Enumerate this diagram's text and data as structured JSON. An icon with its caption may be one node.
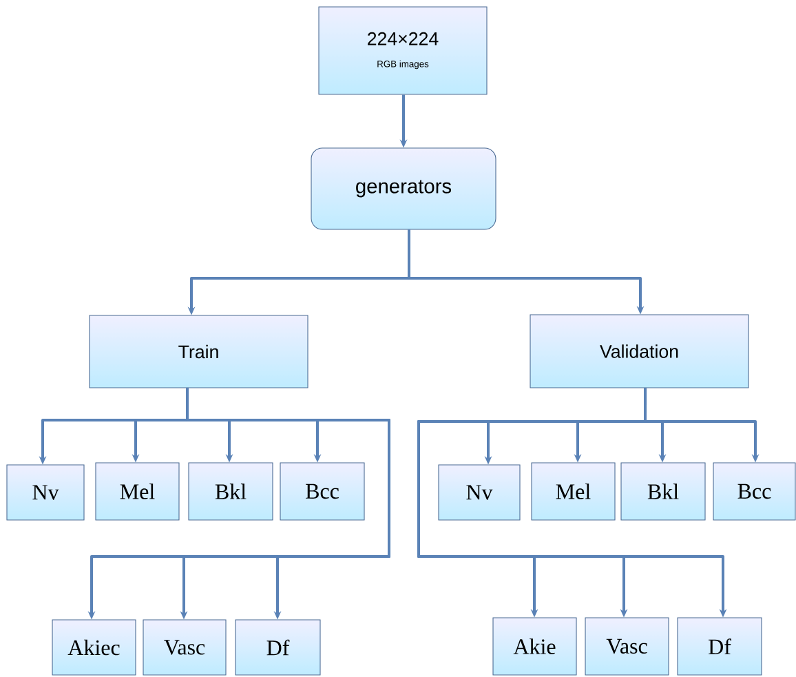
{
  "diagram": {
    "nodes": [
      {
        "text": [
          "224×224",
          "RGB images"
        ]
      },
      {
        "text": [
          "generators"
        ]
      },
      {
        "text": [
          "Train"
        ]
      },
      {
        "text": [
          "Validation"
        ]
      },
      {
        "text": [
          "Nv"
        ]
      },
      {
        "text": [
          "Mel"
        ]
      },
      {
        "text": [
          "Bkl"
        ]
      },
      {
        "text": [
          "Bcc"
        ]
      },
      {
        "text": [
          "Akiec"
        ]
      },
      {
        "text": [
          "Vasc"
        ]
      },
      {
        "text": [
          "Df"
        ]
      },
      {
        "text": [
          "Nv"
        ]
      },
      {
        "text": [
          "Mel"
        ]
      },
      {
        "text": [
          "Bkl"
        ]
      },
      {
        "text": [
          "Bcc"
        ]
      },
      {
        "text": [
          "Akie"
        ]
      },
      {
        "text": [
          "Vasc"
        ]
      },
      {
        "text": [
          "Df"
        ]
      }
    ],
    "edges": [
      {
        "from": 0,
        "to": 1,
        "arrow": "to"
      },
      {
        "from": 1,
        "to": 2,
        "arrow": "to"
      },
      {
        "from": 1,
        "to": 3,
        "arrow": "to"
      },
      {
        "from": 2,
        "to": 4,
        "arrow": "to"
      },
      {
        "from": 2,
        "to": 5,
        "arrow": "to"
      },
      {
        "from": 2,
        "to": 6,
        "arrow": "to"
      },
      {
        "from": 2,
        "to": 7,
        "arrow": "to"
      },
      {
        "from": 2,
        "to": 8,
        "arrow": "to"
      },
      {
        "from": 2,
        "to": 9,
        "arrow": "to"
      },
      {
        "from": 2,
        "to": 10,
        "arrow": "to"
      },
      {
        "from": 3,
        "to": 11,
        "arrow": "to"
      },
      {
        "from": 3,
        "to": 12,
        "arrow": "to"
      },
      {
        "from": 3,
        "to": 13,
        "arrow": "to"
      },
      {
        "from": 3,
        "to": 14,
        "arrow": "to"
      },
      {
        "from": 3,
        "to": 15,
        "arrow": "to"
      },
      {
        "from": 3,
        "to": 16,
        "arrow": "to"
      },
      {
        "from": 3,
        "to": 17,
        "arrow": "to"
      }
    ]
  }
}
